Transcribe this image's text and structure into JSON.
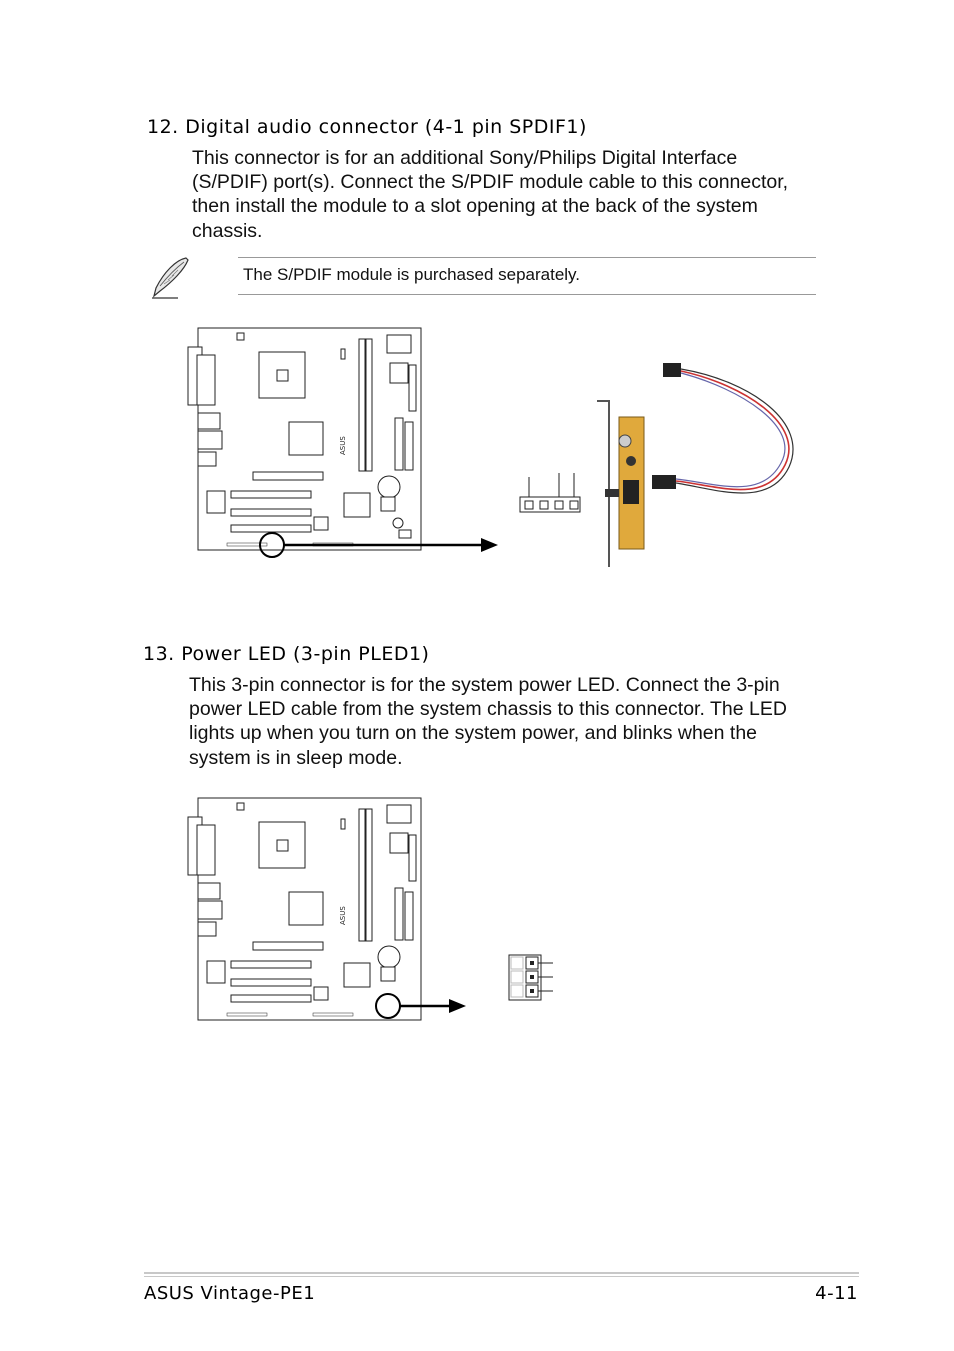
{
  "section12": {
    "heading_number": "12.",
    "heading_text": "Digital audio connector (4-1 pin SPDIF1)",
    "paragraph_lines": [
      "This connector is for an additional Sony/Philips Digital Interface",
      "(S/PDIF) port(s). Connect the S/PDIF module cable to this connector,",
      "then install the module to a slot opening at the back of the system",
      "chassis."
    ],
    "note": "The S/PDIF module is purchased separately.",
    "note_icon": "pen-note-icon"
  },
  "section13": {
    "heading_number": "13.",
    "heading_text": "Power LED (3-pin PLED1)",
    "paragraph_lines": [
      "This 3-pin connector is for the system power LED. Connect the 3-pin",
      "power LED cable from the system chassis to this connector. The LED",
      "lights up when you turn on the system power, and blinks when the",
      "system is in sleep mode."
    ]
  },
  "board_logo": "ASUS",
  "footer": {
    "left": "ASUS Vintage-PE1",
    "right": "4-11"
  }
}
